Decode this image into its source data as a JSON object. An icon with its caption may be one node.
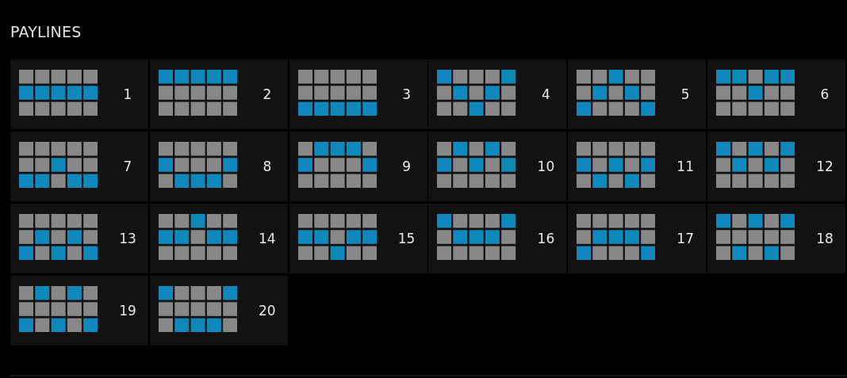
{
  "diagram": {
    "title": "PAYLINES",
    "nodes": [
      {
        "text": [
          "1"
        ]
      },
      {
        "text": [
          "2"
        ]
      },
      {
        "text": [
          "3"
        ]
      },
      {
        "text": [
          "4"
        ]
      },
      {
        "text": [
          "5"
        ]
      },
      {
        "text": [
          "6"
        ]
      },
      {
        "text": [
          "7"
        ]
      },
      {
        "text": [
          "8"
        ]
      },
      {
        "text": [
          "9"
        ]
      },
      {
        "text": [
          "10"
        ]
      },
      {
        "text": [
          "11"
        ]
      },
      {
        "text": [
          "12"
        ]
      },
      {
        "text": [
          "13"
        ]
      },
      {
        "text": [
          "14"
        ]
      },
      {
        "text": [
          "15"
        ]
      },
      {
        "text": [
          "16"
        ]
      },
      {
        "text": [
          "17"
        ]
      },
      {
        "text": [
          "18"
        ]
      },
      {
        "text": [
          "19"
        ]
      },
      {
        "text": [
          "20"
        ]
      }
    ]
  }
}
